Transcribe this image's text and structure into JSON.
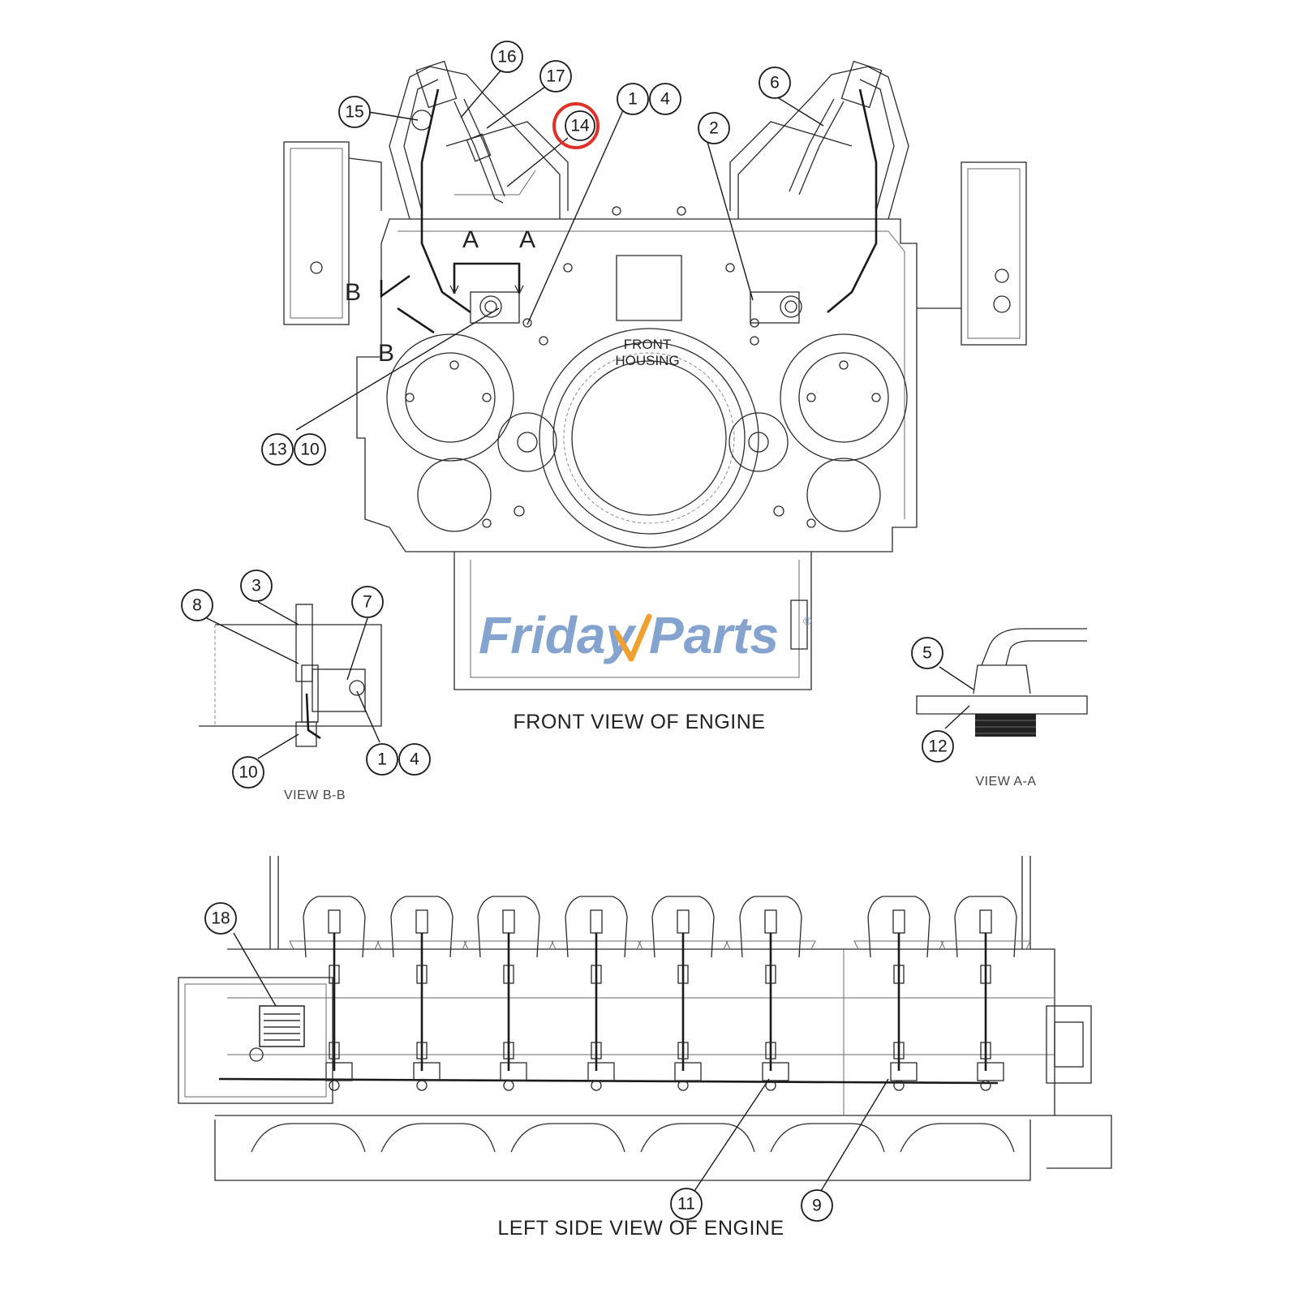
{
  "views": {
    "front_title": "FRONT VIEW OF ENGINE",
    "left_title": "LEFT SIDE VIEW OF ENGINE",
    "view_bb_title": "VIEW B-B",
    "view_aa_title": "VIEW A-A"
  },
  "front_housing": {
    "line1": "FRONT",
    "line2": "HOUSING"
  },
  "section_marks": {
    "a_left": "A",
    "a_right": "A",
    "b_upper": "B",
    "b_lower": "B"
  },
  "watermark": {
    "part1": "Friday",
    "part2": "Parts",
    "reg": "®"
  },
  "callouts": {
    "c1_front": "1",
    "c4_front": "4",
    "c2": "2",
    "c6": "6",
    "c13": "13",
    "c10_front": "10",
    "c14": "14",
    "c15": "15",
    "c16": "16",
    "c17": "17",
    "c3": "3",
    "c7": "7",
    "c8": "8",
    "c10_bb": "10",
    "c1_bb": "1",
    "c4_bb": "4",
    "c5": "5",
    "c12": "12",
    "c18": "18",
    "c11": "11",
    "c9": "9"
  },
  "highlight": {
    "item": "14",
    "color": "#e0302a"
  }
}
